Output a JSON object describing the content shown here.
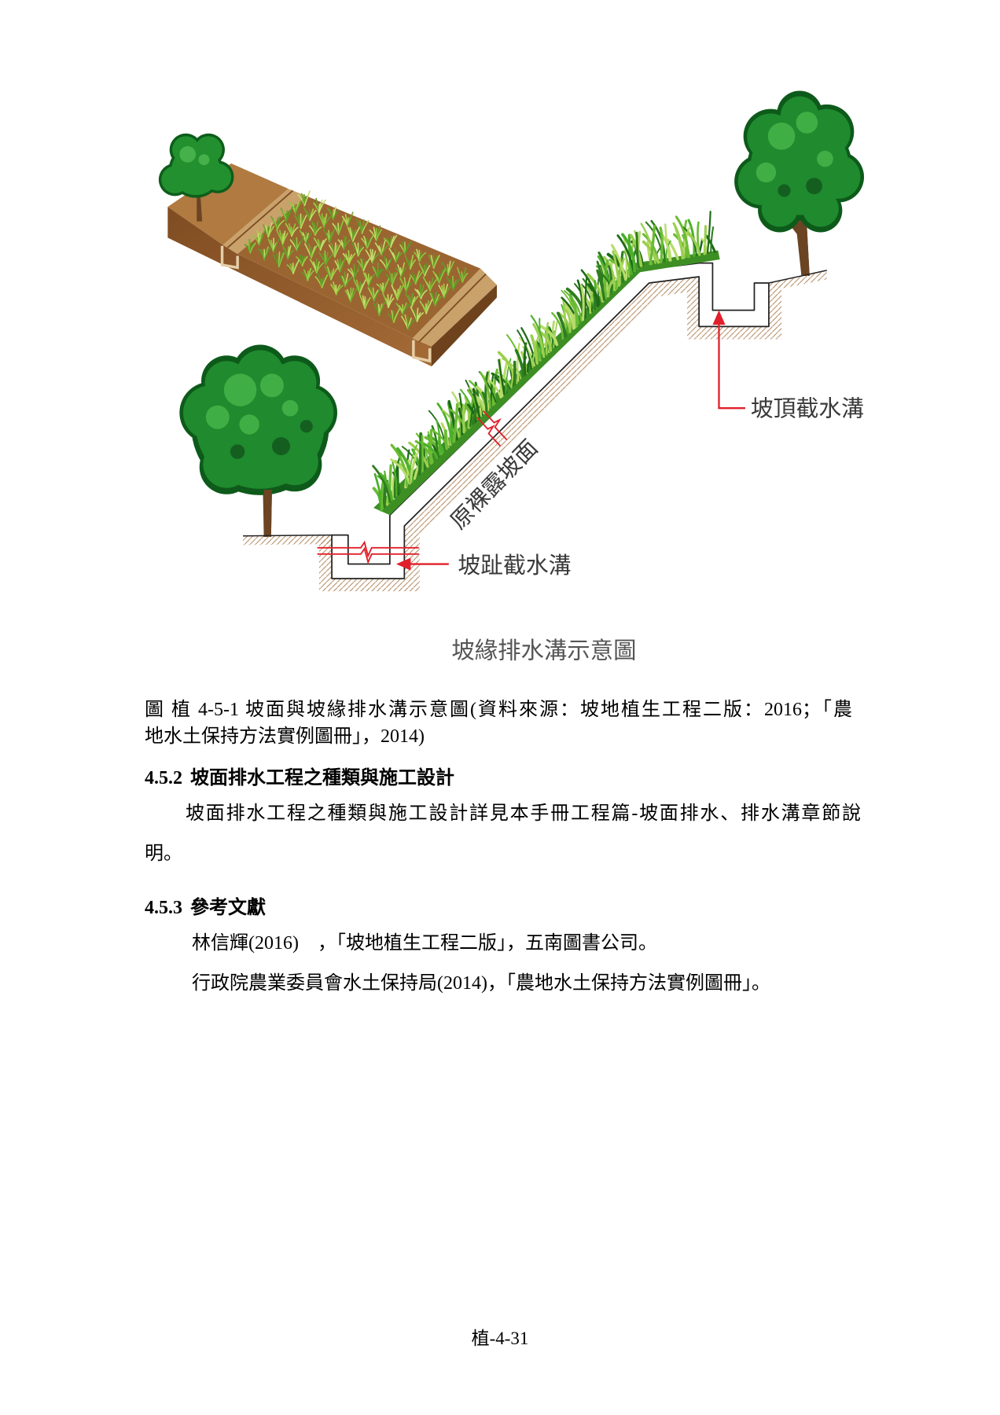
{
  "figure": {
    "labels": {
      "top_trench": "坡頂截水溝",
      "toe_trench": "坡趾截水溝",
      "bare_slope": "原裸露坡面"
    },
    "diagram_title": "坡緣排水溝示意圖",
    "caption_lines": [
      "圖 植 4-5-1 坡面與坡緣排水溝示意圖(資料來源：坡地植生工程二版：2016；「農",
      "地水土保持方法實例圖冊」，2014)"
    ]
  },
  "section_452": {
    "number": "4.5.2",
    "title": "坡面排水工程之種類與施工設計",
    "paragraph_lines": [
      "坡面排水工程之種類與施工設計詳見本手冊工程篇-坡面排水、排水溝章節說",
      "明。"
    ]
  },
  "section_453": {
    "number": "4.5.3",
    "title": "參考文獻",
    "references": [
      "林信輝(2016)　，「坡地植生工程二版」，五南圖書公司。",
      "行政院農業委員會水土保持局(2014)，「農地水土保持方法實例圖冊」。"
    ]
  },
  "page_number": "植-4-31"
}
